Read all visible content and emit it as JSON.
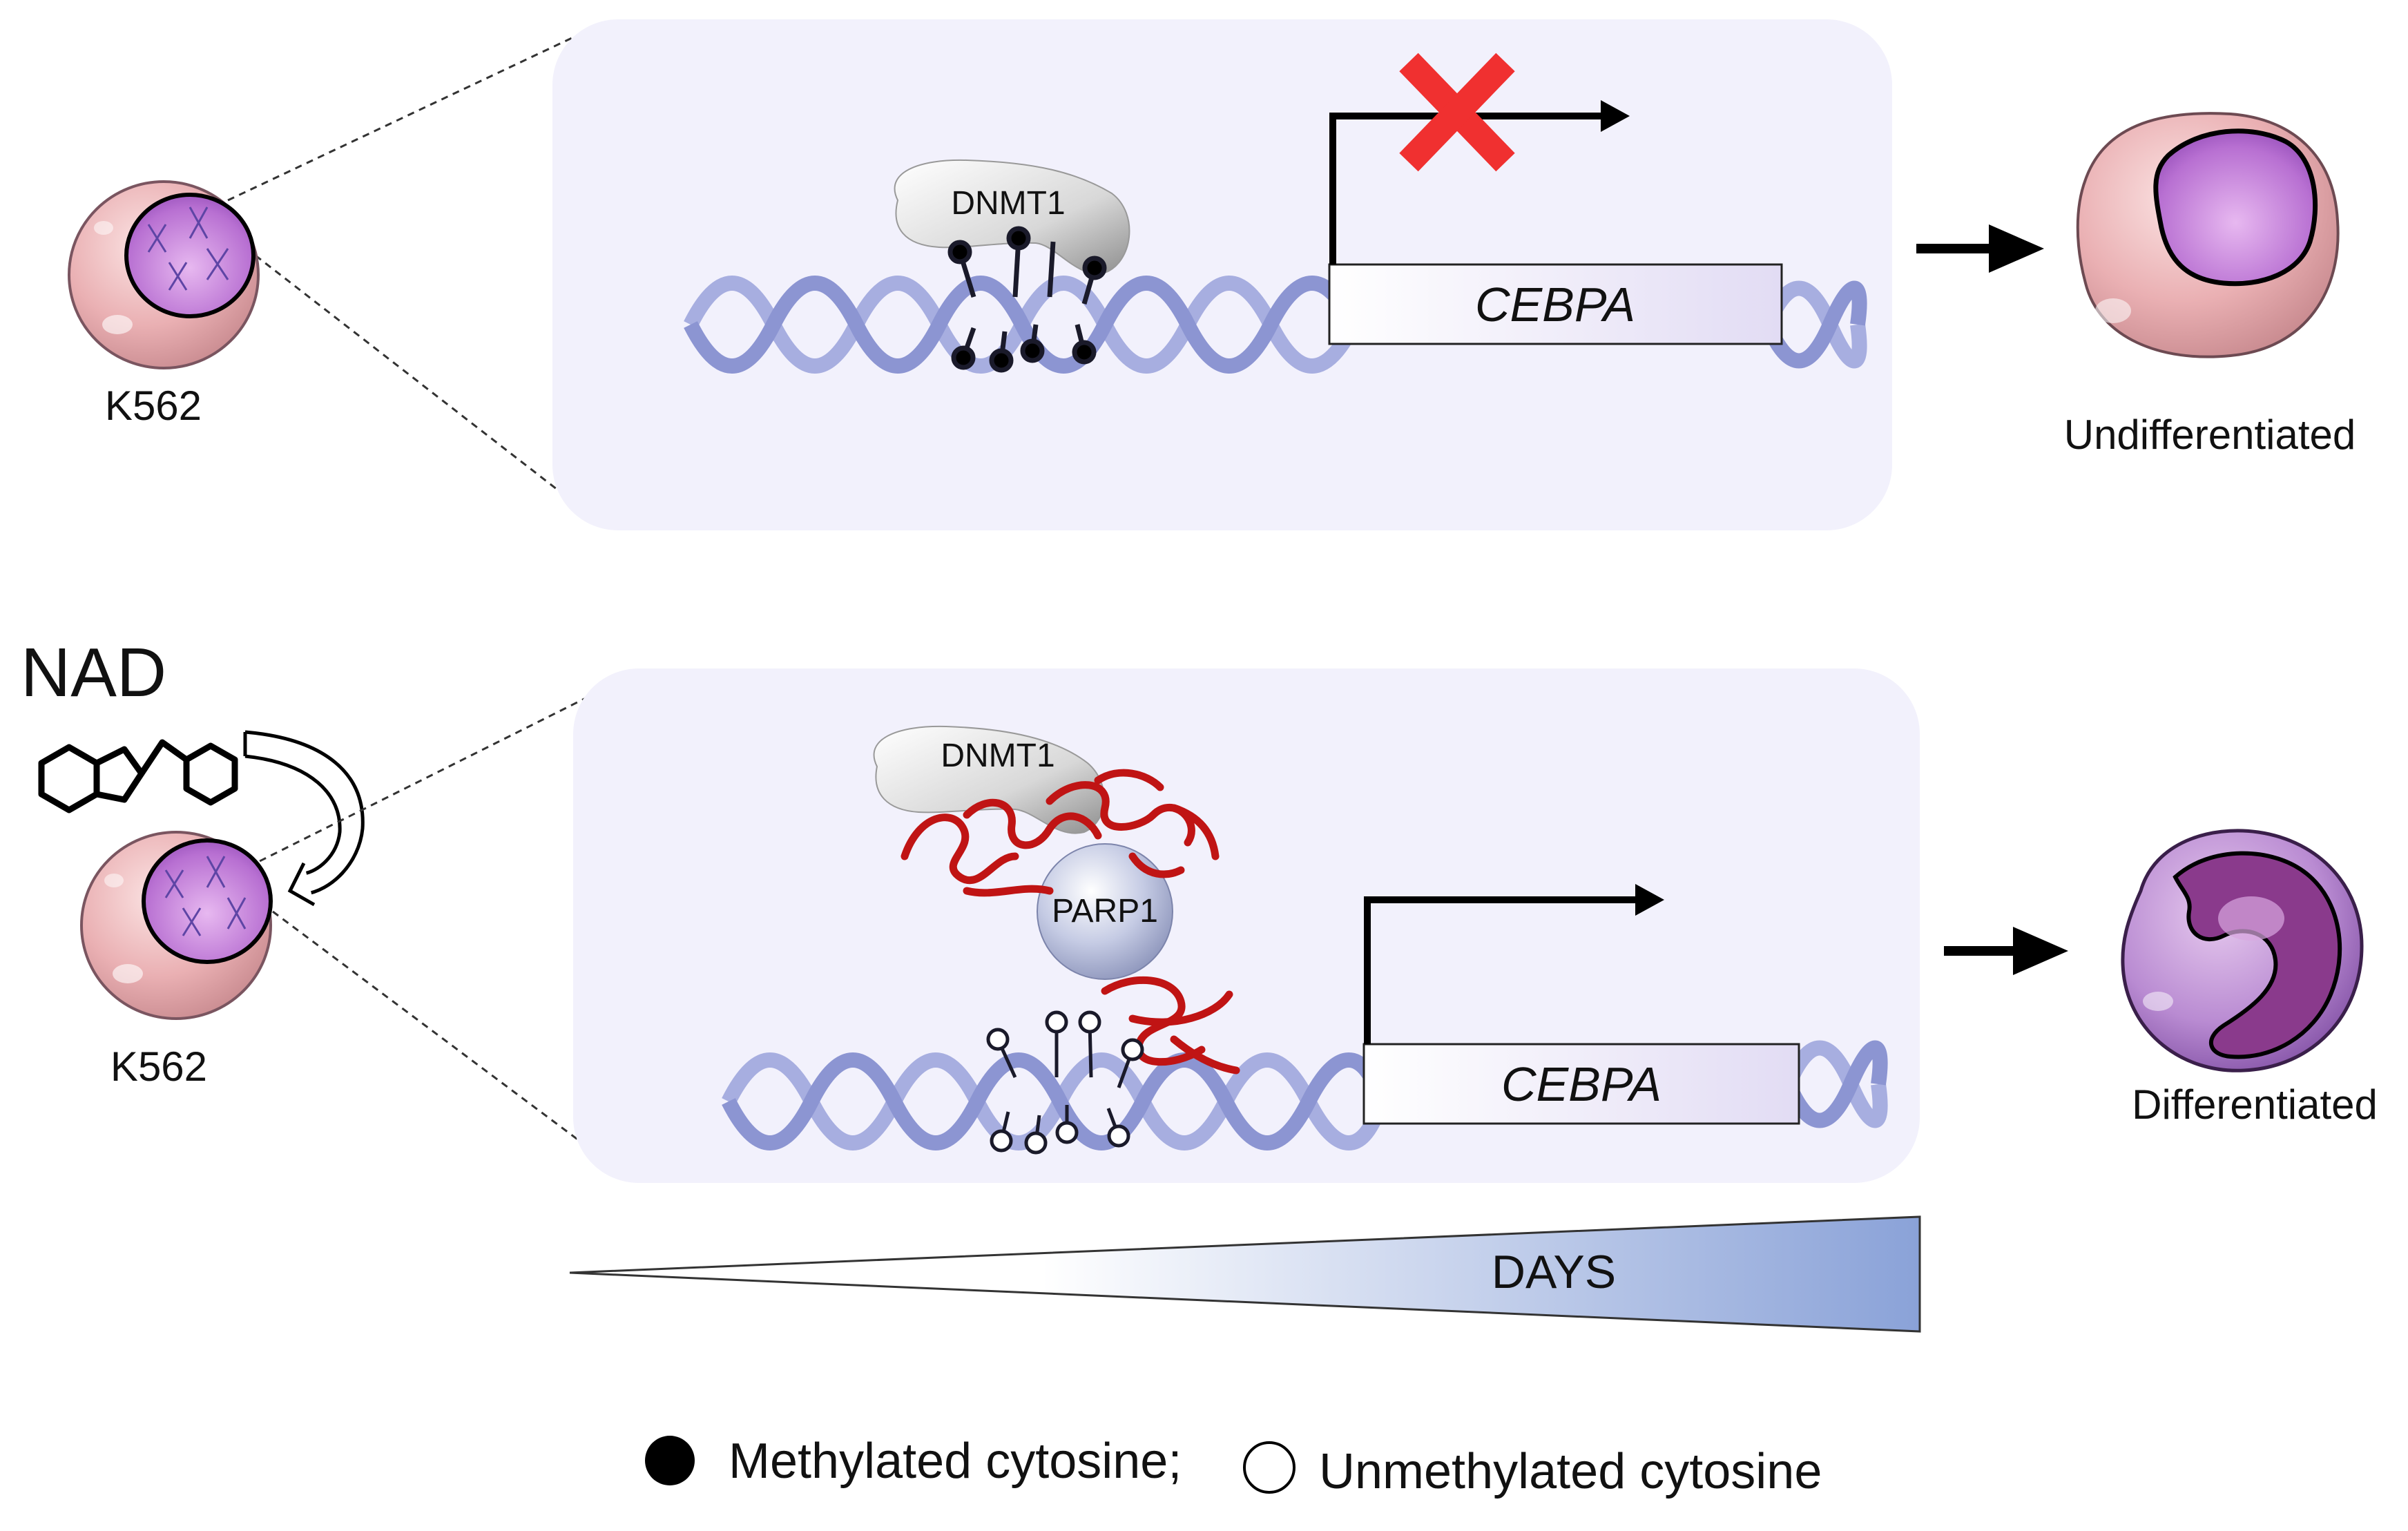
{
  "top_panel": {
    "enzyme_label": "DNMT1",
    "gene_label": "CEBPA",
    "cell_label": "K562",
    "outcome_label": "Undifferentiated",
    "transcription": "blocked"
  },
  "bottom_panel": {
    "treatment_label": "NAD",
    "enzyme_label": "DNMT1",
    "protein_label": "PARP1",
    "gene_label": "CEBPA",
    "cell_label": "K562",
    "outcome_label": "Differentiated",
    "transcription": "active"
  },
  "time_axis": {
    "label": "DAYS"
  },
  "legend": {
    "methylated_label": "Methylated cytosine;",
    "unmethylated_label": "Unmethylated cytosine"
  },
  "colors": {
    "panel_fill": "#f2f1fc",
    "dna": "#9ea6dc",
    "par_chain": "#c01414",
    "block_cross": "#f03030",
    "gradient_end": "#8aa2d8"
  }
}
